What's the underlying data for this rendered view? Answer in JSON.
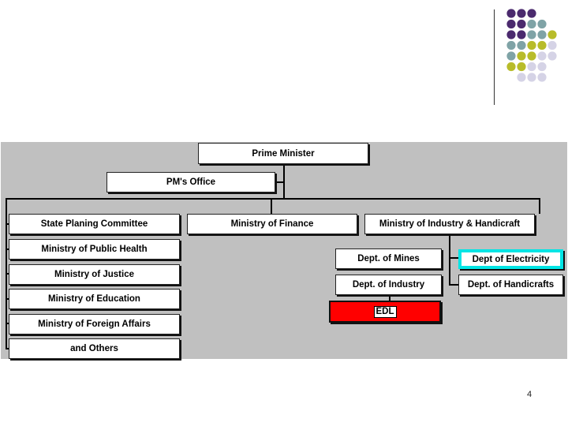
{
  "org_chart": {
    "prime_minister": "Prime Minister",
    "pm_office": "PM's Office",
    "state_planning": "State Planing Committee",
    "finance": "Ministry of Finance",
    "industry_handicraft": "Ministry of Industry & Handicraft",
    "public_health": "Ministry of Public Health",
    "justice": "Ministry of Justice",
    "education": "Ministry of Education",
    "foreign_affairs": "Ministry of Foreign Affairs",
    "others": "and Others",
    "dept_mines": "Dept. of Mines",
    "dept_electricity": "Dept of Electricity",
    "dept_industry": "Dept. of Industry",
    "dept_handicrafts": "Dept. of Handicrafts",
    "edl": "EDL"
  },
  "page_number": "4",
  "colors": {
    "dot_purple": "#4b2a6e",
    "dot_teal": "#7fa3a6",
    "dot_olive": "#b8bc2a",
    "dot_lavender": "#d5d3e6",
    "panel": "#c0c0c0",
    "edl_fill": "#ff0000",
    "electricity_border": "#00e5e5"
  }
}
